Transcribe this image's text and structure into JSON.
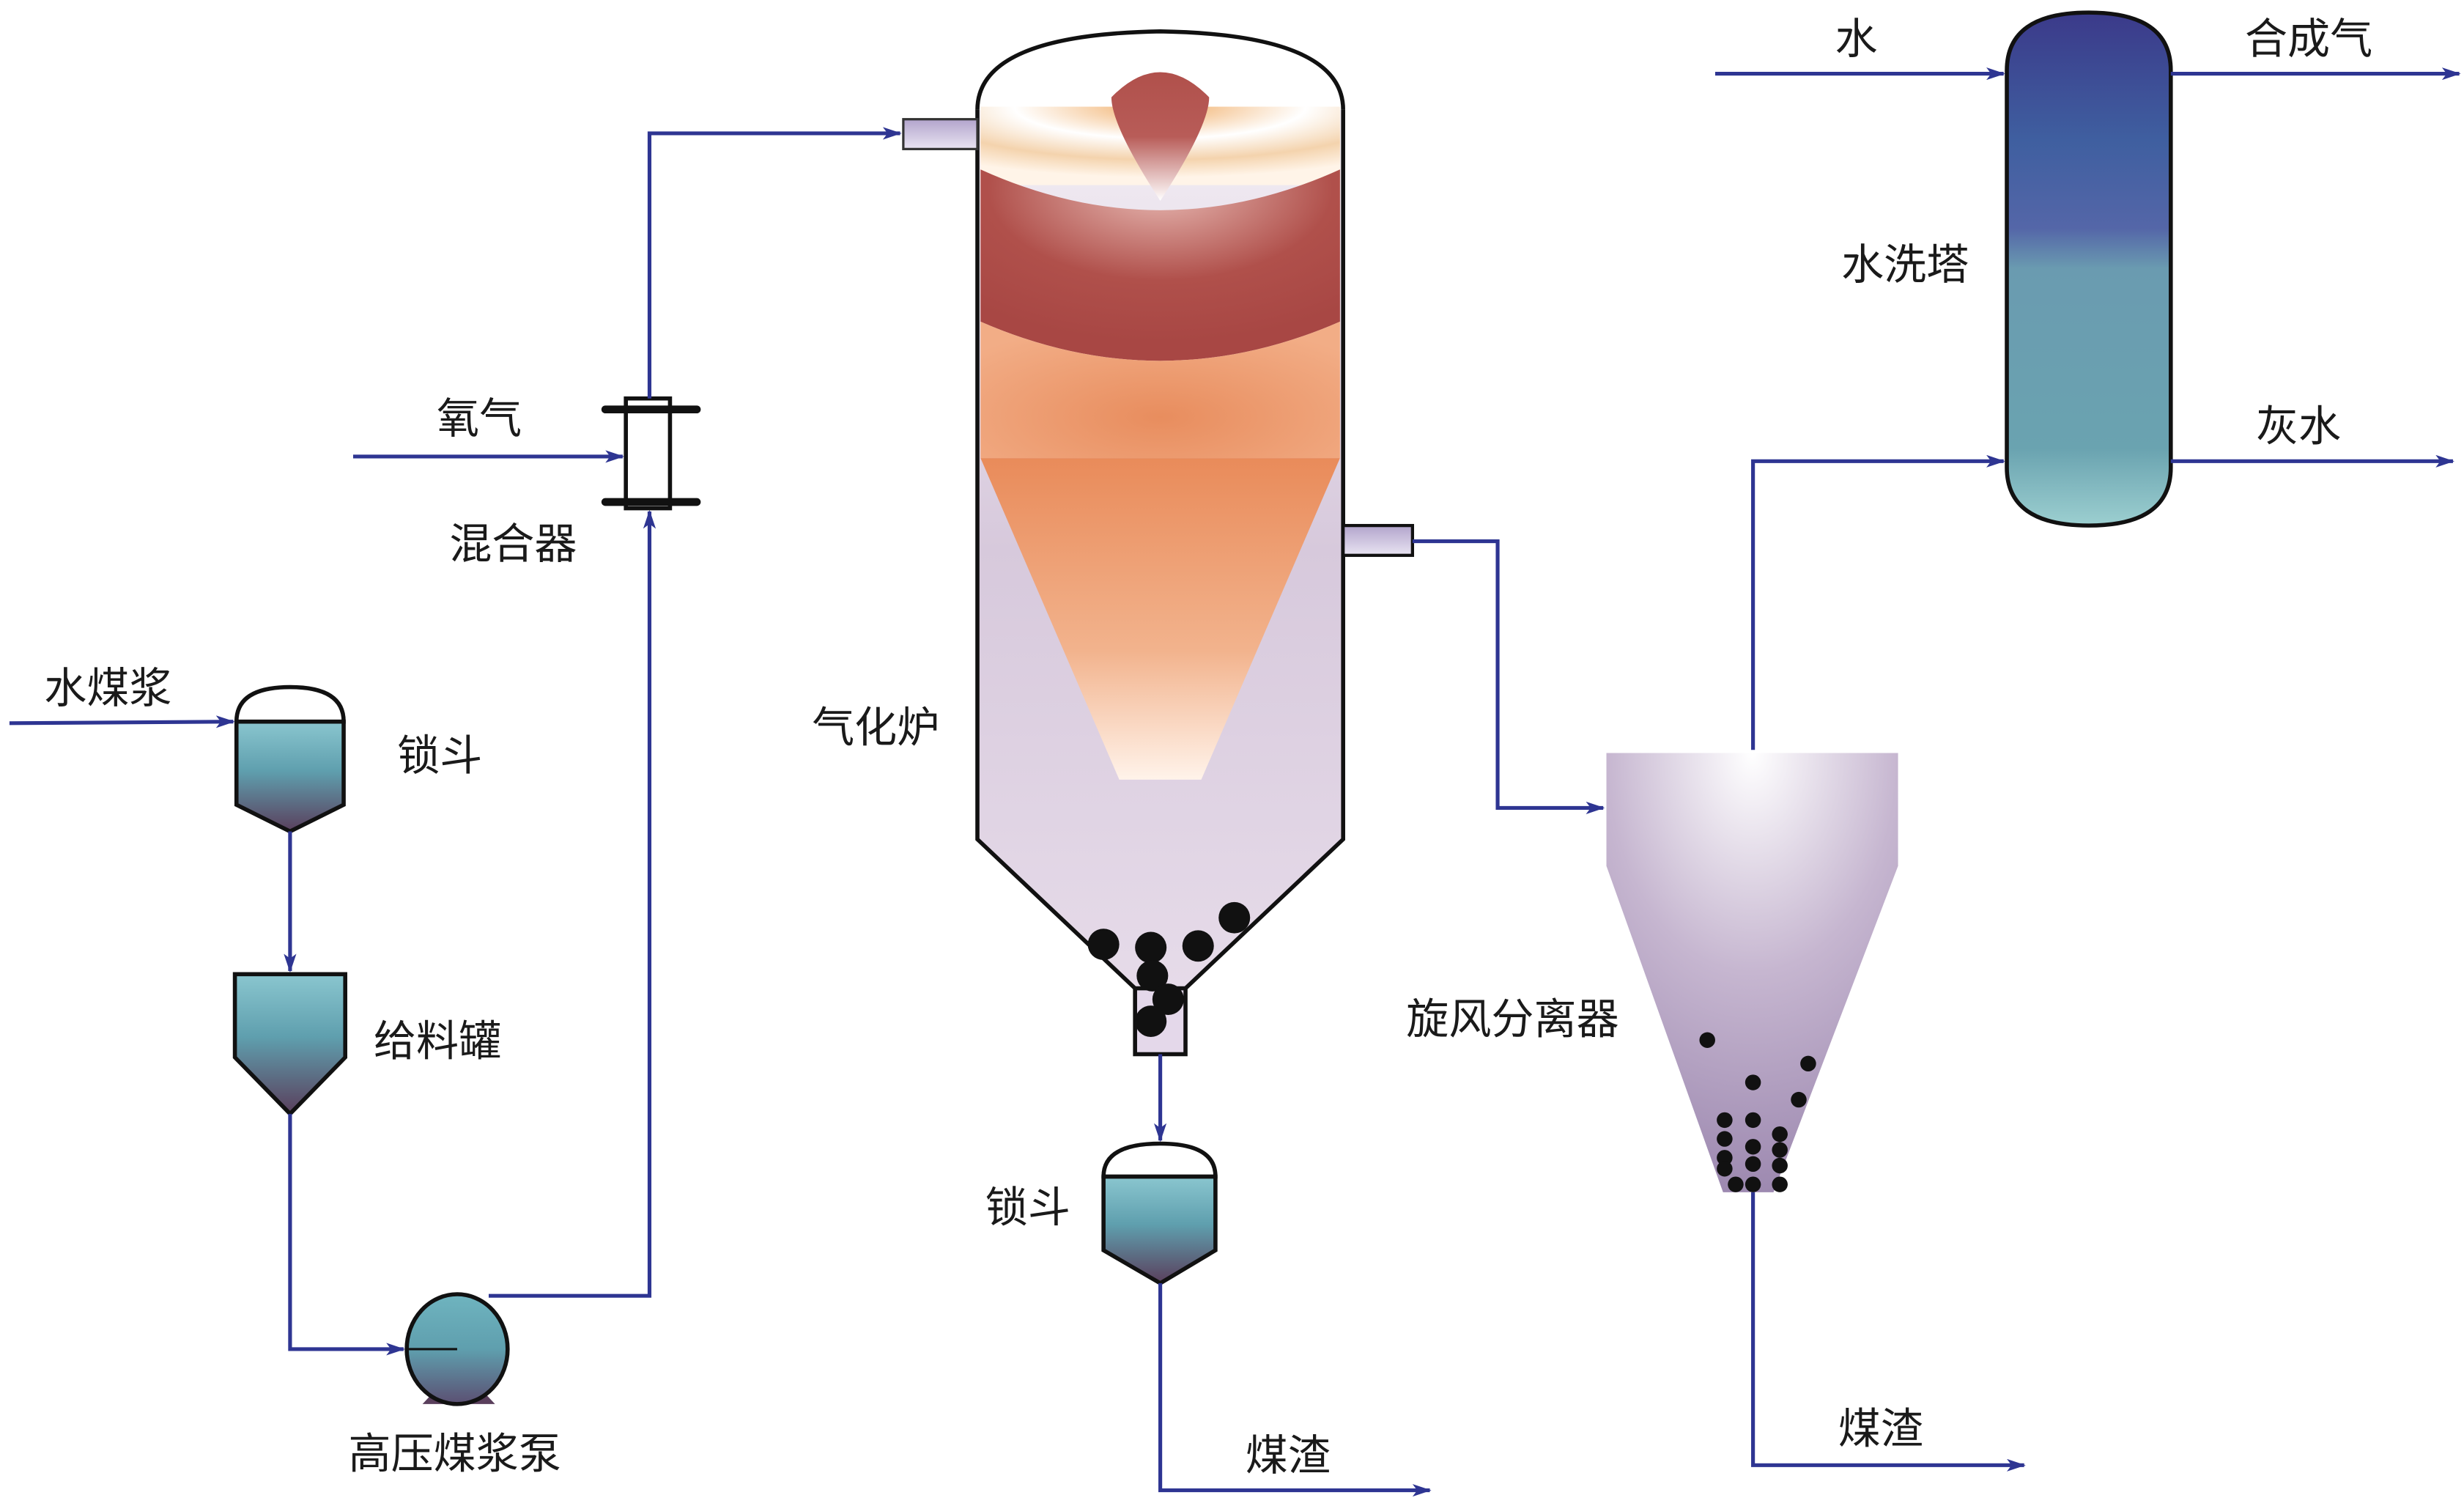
{
  "title": "水煤浆气化工艺流程示意图",
  "labels": {
    "slurry_in": "水煤浆",
    "lock_hopper_top": "锁斗",
    "feed_tank": "给料罐",
    "pump": "高压煤浆泵",
    "oxygen": "氧气",
    "mixer": "混合器",
    "gasifier": "气化炉",
    "lock_hopper_bottom": "锁斗",
    "slag_gasifier": "煤渣",
    "cyclone": "旋风分离器",
    "slag_cyclone": "煤渣",
    "water_in": "水",
    "syngas_out": "合成气",
    "wash_tower": "水洗塔",
    "grey_water_out": "灰水"
  },
  "colors": {
    "pipe": "#2e3592",
    "tank_top": "#8ac6cf",
    "tank_mid": "#5f9fae",
    "tank_bottom": "#5a3f5c",
    "flame_dark": "#b0504b",
    "flame_orange": "#e88d5e",
    "furnace_lavender": "#d6c6da",
    "cyclone_purple": "#a28fb4",
    "tower_top": "#3b3a8a",
    "tower_bottom": "#8ec6c9"
  }
}
